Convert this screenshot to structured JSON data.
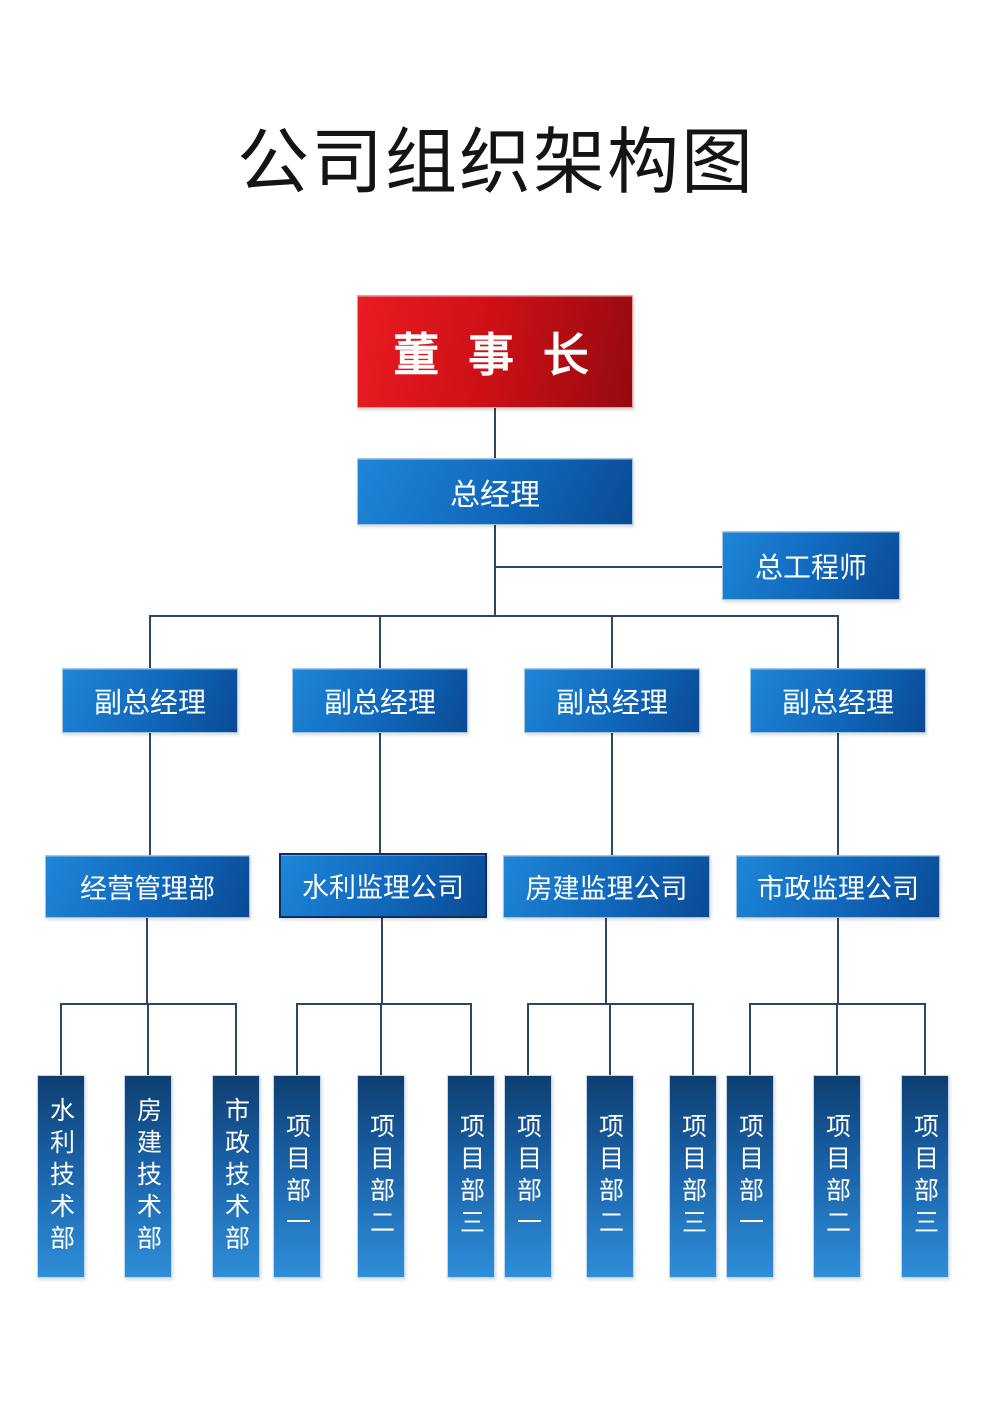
{
  "title": "公司组织架构图",
  "colors": {
    "chairman_gradient_start": "#e81c22",
    "chairman_gradient_end": "#940a0f",
    "box_blue_gradient_start": "#1e86d8",
    "box_blue_gradient_end": "#0a4a94",
    "vertical_box_top": "#0e3e70",
    "vertical_box_bottom": "#2e8ed8",
    "water_box_outline": "#0b2f5e",
    "connector": "#2c4663",
    "label_text": "#ffffff",
    "title_text": "#141414",
    "background": "#ffffff"
  },
  "chairman": {
    "label": "董 事 长"
  },
  "general_manager": {
    "label": "总经理"
  },
  "chief_engineer": {
    "label": "总工程师"
  },
  "deputies": [
    {
      "label": "副总经理"
    },
    {
      "label": "副总经理"
    },
    {
      "label": "副总经理"
    },
    {
      "label": "副总经理"
    }
  ],
  "departments": [
    {
      "label": "经营管理部"
    },
    {
      "label": "水利监理公司"
    },
    {
      "label": "房建监理公司"
    },
    {
      "label": "市政监理公司"
    }
  ],
  "teams": {
    "group1": [
      {
        "label": "水利技术部"
      },
      {
        "label": "房建技术部"
      },
      {
        "label": "市政技术部"
      }
    ],
    "group2": [
      {
        "label": "项目部一"
      },
      {
        "label": "项目部二"
      },
      {
        "label": "项目部三"
      }
    ],
    "group3": [
      {
        "label": "项目部一"
      },
      {
        "label": "项目部二"
      },
      {
        "label": "项目部三"
      }
    ],
    "group4": [
      {
        "label": "项目部一"
      },
      {
        "label": "项目部二"
      },
      {
        "label": "项目部三"
      }
    ]
  }
}
